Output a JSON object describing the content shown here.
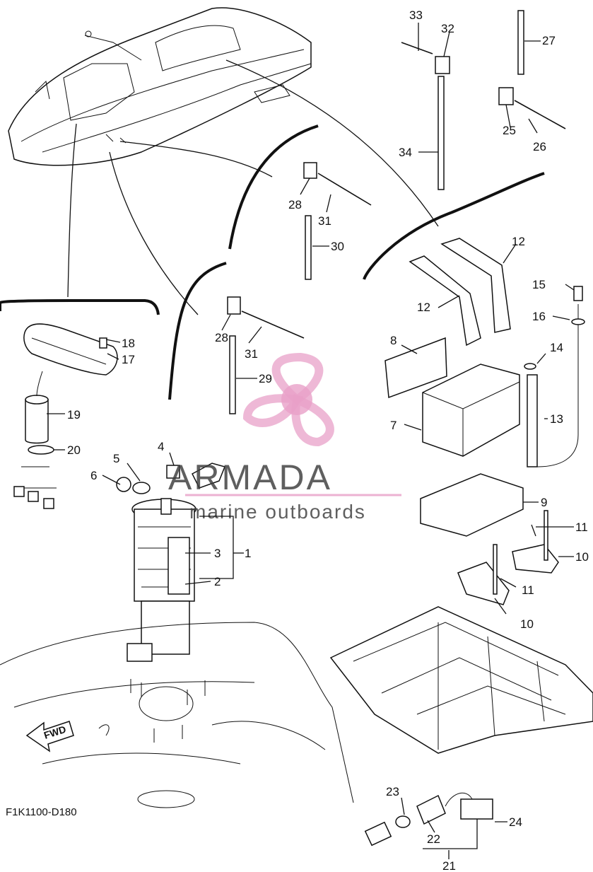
{
  "diagram_code": "F1K1100-D180",
  "fwd_label": "FWD",
  "watermark": {
    "brand": "ARMADA",
    "tagline": "marine outboards",
    "accent_color": "#e8a0c8",
    "text_color": "#3c3c3c"
  },
  "callouts": [
    "1",
    "2",
    "3",
    "4",
    "5",
    "6",
    "7",
    "8",
    "9",
    "10",
    "10",
    "11",
    "11",
    "12",
    "12",
    "13",
    "14",
    "15",
    "16",
    "17",
    "18",
    "19",
    "20",
    "21",
    "22",
    "23",
    "24",
    "25",
    "26",
    "27",
    "28",
    "28",
    "29",
    "30",
    "31",
    "31",
    "32",
    "33",
    "34"
  ]
}
